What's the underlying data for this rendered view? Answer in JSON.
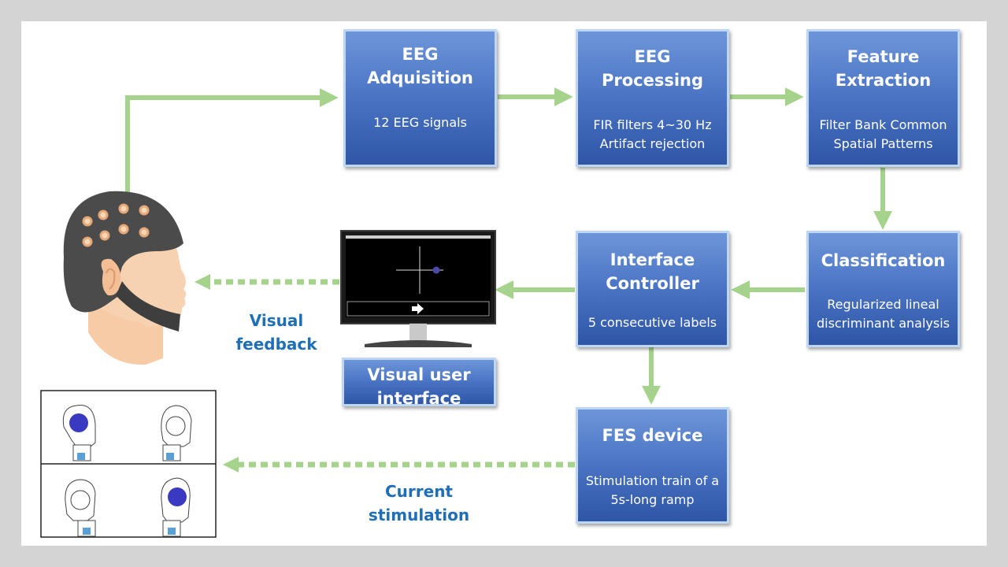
{
  "boxes": {
    "acq": {
      "title": "EEG\nAdquisition",
      "desc": "12 EEG signals"
    },
    "proc": {
      "title": "EEG\nProcessing",
      "desc": "FIR filters 4~30 Hz\nArtifact rejection"
    },
    "feat": {
      "title": "Feature\nExtraction",
      "desc": "Filter Bank Common\nSpatial Patterns"
    },
    "clf": {
      "title": "Classification",
      "desc": "Regularized lineal\ndiscriminant analysis"
    },
    "ctrl": {
      "title": "Interface\nController",
      "desc": "5 consecutive labels"
    },
    "fes": {
      "title": "FES device",
      "desc": "Stimulation train of a\n5s-long ramp"
    },
    "vui": {
      "title": "Visual user\ninterface"
    }
  },
  "labels": {
    "visual_feedback": "Visual\nfeedback",
    "current_stimulation": "Current\nstimulation"
  },
  "colors": {
    "arrow": "#a6d38b",
    "label": "#1f6fb8",
    "box_top": "#6d96d9",
    "box_bottom": "#2f56a6"
  },
  "icons": [
    "eeg-cap-head-icon",
    "monitor-icon",
    "right-arrow-icon",
    "hand-grip-icon"
  ]
}
